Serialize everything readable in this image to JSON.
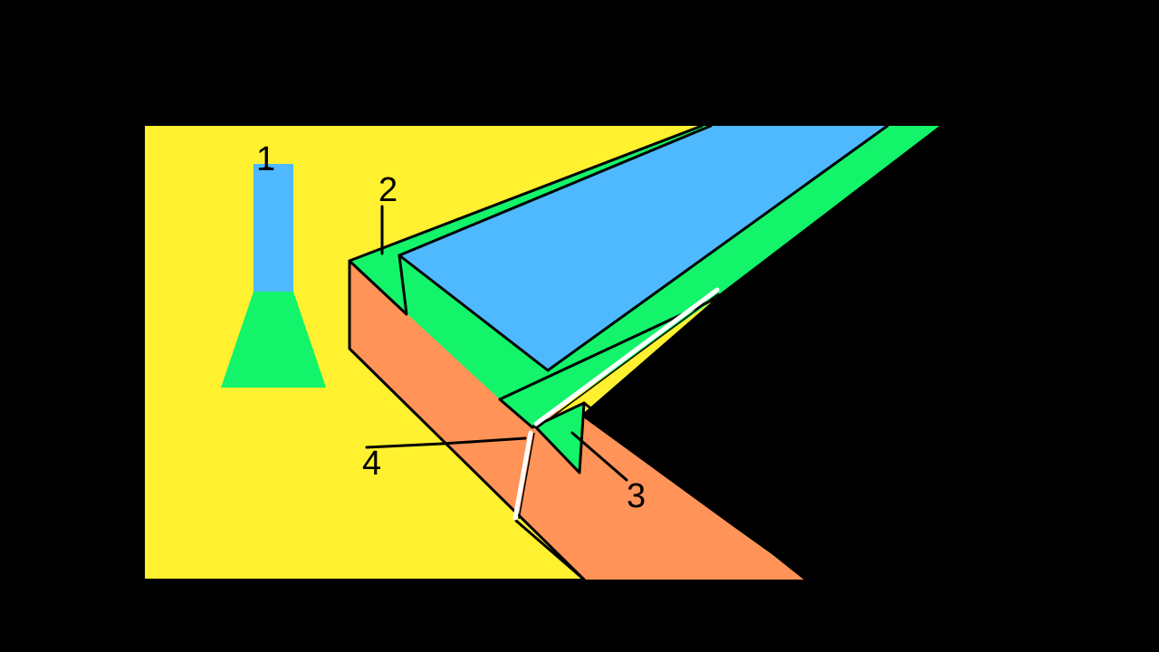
{
  "diagram": {
    "colors": {
      "background": "#000000",
      "panel": "#FFF030",
      "blue": "#4FB9FF",
      "green": "#13F46A",
      "orange": "#FF9358",
      "outline": "#000000",
      "rod": "#FFFFFF"
    },
    "labels": {
      "one": "1",
      "two": "2",
      "three": "3",
      "four": "4"
    }
  }
}
